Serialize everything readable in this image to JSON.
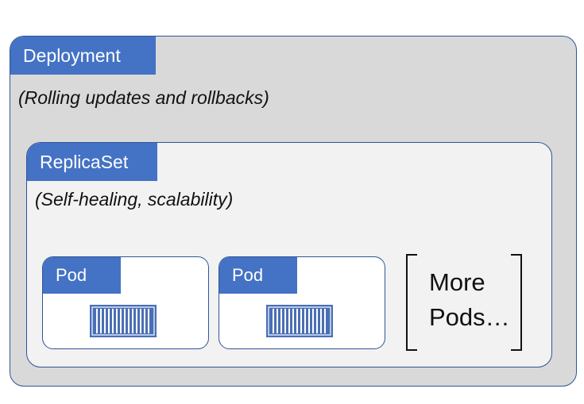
{
  "deployment": {
    "label": "Deployment",
    "description": "(Rolling updates and rollbacks)"
  },
  "replicaset": {
    "label": "ReplicaSet",
    "description": "(Self-healing, scalability)"
  },
  "pods": [
    {
      "label": "Pod",
      "icon": "shipping-container-icon"
    },
    {
      "label": "Pod",
      "icon": "shipping-container-icon"
    }
  ],
  "more_pods": {
    "line1": "More",
    "line2": "Pods…"
  },
  "colors": {
    "label_fill": "#4472c4",
    "border": "#2f5597",
    "deployment_fill": "#d9d9d9",
    "replicaset_fill": "#f2f2f2",
    "pod_fill": "#ffffff",
    "container_blue": "#4a6fb3"
  }
}
